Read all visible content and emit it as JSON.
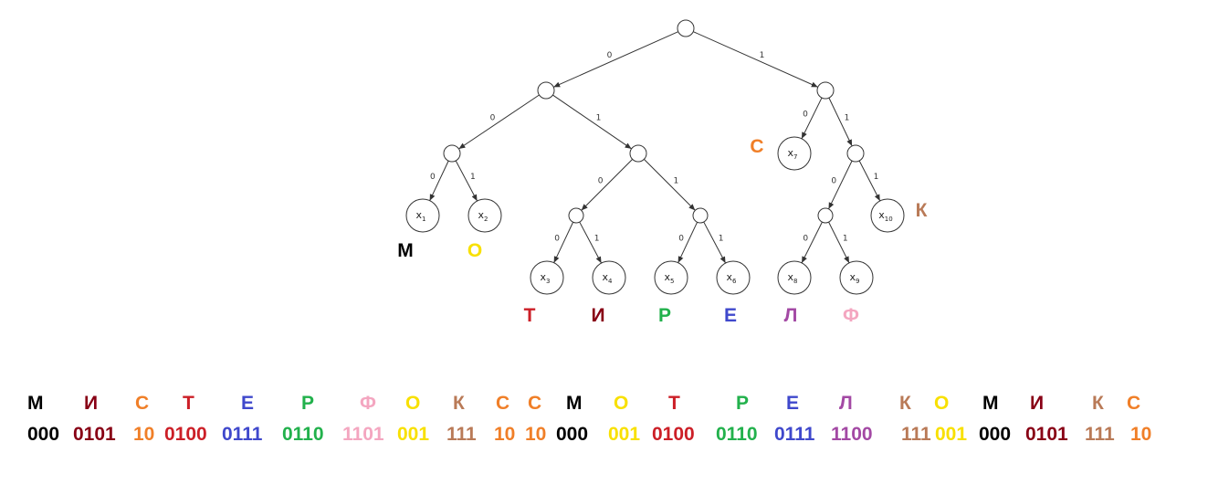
{
  "colors": {
    "M": "#000000",
    "I": "#880015",
    "S": "#f07f28",
    "T": "#cc1f27",
    "E": "#3f48cc",
    "R": "#22b14c",
    "F": "#f4a6c0",
    "O": "#f8e000",
    "K": "#b97a57",
    "L": "#a349a4",
    "edge": "#333333"
  },
  "tree": {
    "nodes": [
      {
        "id": "root",
        "label": ""
      },
      {
        "id": "n0",
        "label": ""
      },
      {
        "id": "n1",
        "label": ""
      },
      {
        "id": "n00",
        "label": ""
      },
      {
        "id": "n01",
        "label": ""
      },
      {
        "id": "n11",
        "label": ""
      },
      {
        "id": "n010",
        "label": ""
      },
      {
        "id": "n011",
        "label": ""
      },
      {
        "id": "n110",
        "label": ""
      },
      {
        "id": "x1",
        "label": "x",
        "sub": "1"
      },
      {
        "id": "x2",
        "label": "x",
        "sub": "2"
      },
      {
        "id": "x3",
        "label": "x",
        "sub": "3"
      },
      {
        "id": "x4",
        "label": "x",
        "sub": "4"
      },
      {
        "id": "x5",
        "label": "x",
        "sub": "5"
      },
      {
        "id": "x6",
        "label": "x",
        "sub": "6"
      },
      {
        "id": "x7",
        "label": "x",
        "sub": "7"
      },
      {
        "id": "x8",
        "label": "x",
        "sub": "8"
      },
      {
        "id": "x9",
        "label": "x",
        "sub": "9"
      },
      {
        "id": "x10",
        "label": "x",
        "sub": "10"
      }
    ],
    "edges": [
      {
        "from": "root",
        "to": "n0",
        "label": "0"
      },
      {
        "from": "root",
        "to": "n1",
        "label": "1"
      },
      {
        "from": "n0",
        "to": "n00",
        "label": "0"
      },
      {
        "from": "n0",
        "to": "n01",
        "label": "1"
      },
      {
        "from": "n00",
        "to": "x1",
        "label": "0"
      },
      {
        "from": "n00",
        "to": "x2",
        "label": "1"
      },
      {
        "from": "n01",
        "to": "n010",
        "label": "0"
      },
      {
        "from": "n01",
        "to": "n011",
        "label": "1"
      },
      {
        "from": "n010",
        "to": "x3",
        "label": "0"
      },
      {
        "from": "n010",
        "to": "x4",
        "label": "1"
      },
      {
        "from": "n011",
        "to": "x5",
        "label": "0"
      },
      {
        "from": "n011",
        "to": "x6",
        "label": "1"
      },
      {
        "from": "n1",
        "to": "x7",
        "label": "0"
      },
      {
        "from": "n1",
        "to": "n11",
        "label": "1"
      },
      {
        "from": "n11",
        "to": "n110",
        "label": "0"
      },
      {
        "from": "n11",
        "to": "x10",
        "label": "1"
      },
      {
        "from": "n110",
        "to": "x8",
        "label": "0"
      },
      {
        "from": "n110",
        "to": "x9",
        "label": "1"
      }
    ],
    "leaf_letters": [
      {
        "node": "x1",
        "letter": "М",
        "color": "#000000"
      },
      {
        "node": "x2",
        "letter": "О",
        "color": "#f8e000"
      },
      {
        "node": "x3",
        "letter": "Т",
        "color": "#cc1f27"
      },
      {
        "node": "x4",
        "letter": "И",
        "color": "#880015"
      },
      {
        "node": "x5",
        "letter": "Р",
        "color": "#22b14c"
      },
      {
        "node": "x6",
        "letter": "Е",
        "color": "#3f48cc"
      },
      {
        "node": "x7",
        "letter": "С",
        "color": "#f07f28"
      },
      {
        "node": "x8",
        "letter": "Л",
        "color": "#a349a4"
      },
      {
        "node": "x9",
        "letter": "Ф",
        "color": "#f4a6c0"
      },
      {
        "node": "x10",
        "letter": "К",
        "color": "#b97a57"
      }
    ]
  },
  "sequence": {
    "letters": [
      {
        "text": "М",
        "color": "#000000"
      },
      {
        "text": "И",
        "color": "#880015"
      },
      {
        "text": "С",
        "color": "#f07f28"
      },
      {
        "text": "Т",
        "color": "#cc1f27"
      },
      {
        "text": "Е",
        "color": "#3f48cc"
      },
      {
        "text": "Р",
        "color": "#22b14c"
      },
      {
        "text": "Ф",
        "color": "#f4a6c0"
      },
      {
        "text": "О",
        "color": "#f8e000"
      },
      {
        "text": "К",
        "color": "#b97a57"
      },
      {
        "text": "С",
        "color": "#f07f28"
      },
      {
        "text": "С",
        "color": "#f07f28"
      },
      {
        "text": "М",
        "color": "#000000"
      },
      {
        "text": "О",
        "color": "#f8e000"
      },
      {
        "text": "Т",
        "color": "#cc1f27"
      },
      {
        "text": "Р",
        "color": "#22b14c"
      },
      {
        "text": "Е",
        "color": "#3f48cc"
      },
      {
        "text": "Л",
        "color": "#a349a4"
      },
      {
        "text": "К",
        "color": "#b97a57"
      },
      {
        "text": "О",
        "color": "#f8e000"
      },
      {
        "text": "М",
        "color": "#000000"
      },
      {
        "text": "И",
        "color": "#880015"
      },
      {
        "text": "К",
        "color": "#b97a57"
      },
      {
        "text": "С",
        "color": "#f07f28"
      }
    ],
    "codes": [
      {
        "text": "000",
        "color": "#000000"
      },
      {
        "text": "0101",
        "color": "#880015"
      },
      {
        "text": "10",
        "color": "#f07f28"
      },
      {
        "text": "0100",
        "color": "#cc1f27"
      },
      {
        "text": "0111",
        "color": "#3f48cc"
      },
      {
        "text": "0110",
        "color": "#22b14c"
      },
      {
        "text": "1101",
        "color": "#f4a6c0"
      },
      {
        "text": "001",
        "color": "#f8e000"
      },
      {
        "text": "111",
        "color": "#b97a57"
      },
      {
        "text": "10",
        "color": "#f07f28"
      },
      {
        "text": "10",
        "color": "#f07f28"
      },
      {
        "text": "000",
        "color": "#000000"
      },
      {
        "text": "001",
        "color": "#f8e000"
      },
      {
        "text": "0100",
        "color": "#cc1f27"
      },
      {
        "text": "0110",
        "color": "#22b14c"
      },
      {
        "text": "0111",
        "color": "#3f48cc"
      },
      {
        "text": "1100",
        "color": "#a349a4"
      },
      {
        "text": "111",
        "color": "#b97a57"
      },
      {
        "text": "001",
        "color": "#f8e000"
      },
      {
        "text": "000",
        "color": "#000000"
      },
      {
        "text": "0101",
        "color": "#880015"
      },
      {
        "text": "111",
        "color": "#b97a57"
      },
      {
        "text": "10",
        "color": "#f07f28"
      }
    ]
  }
}
